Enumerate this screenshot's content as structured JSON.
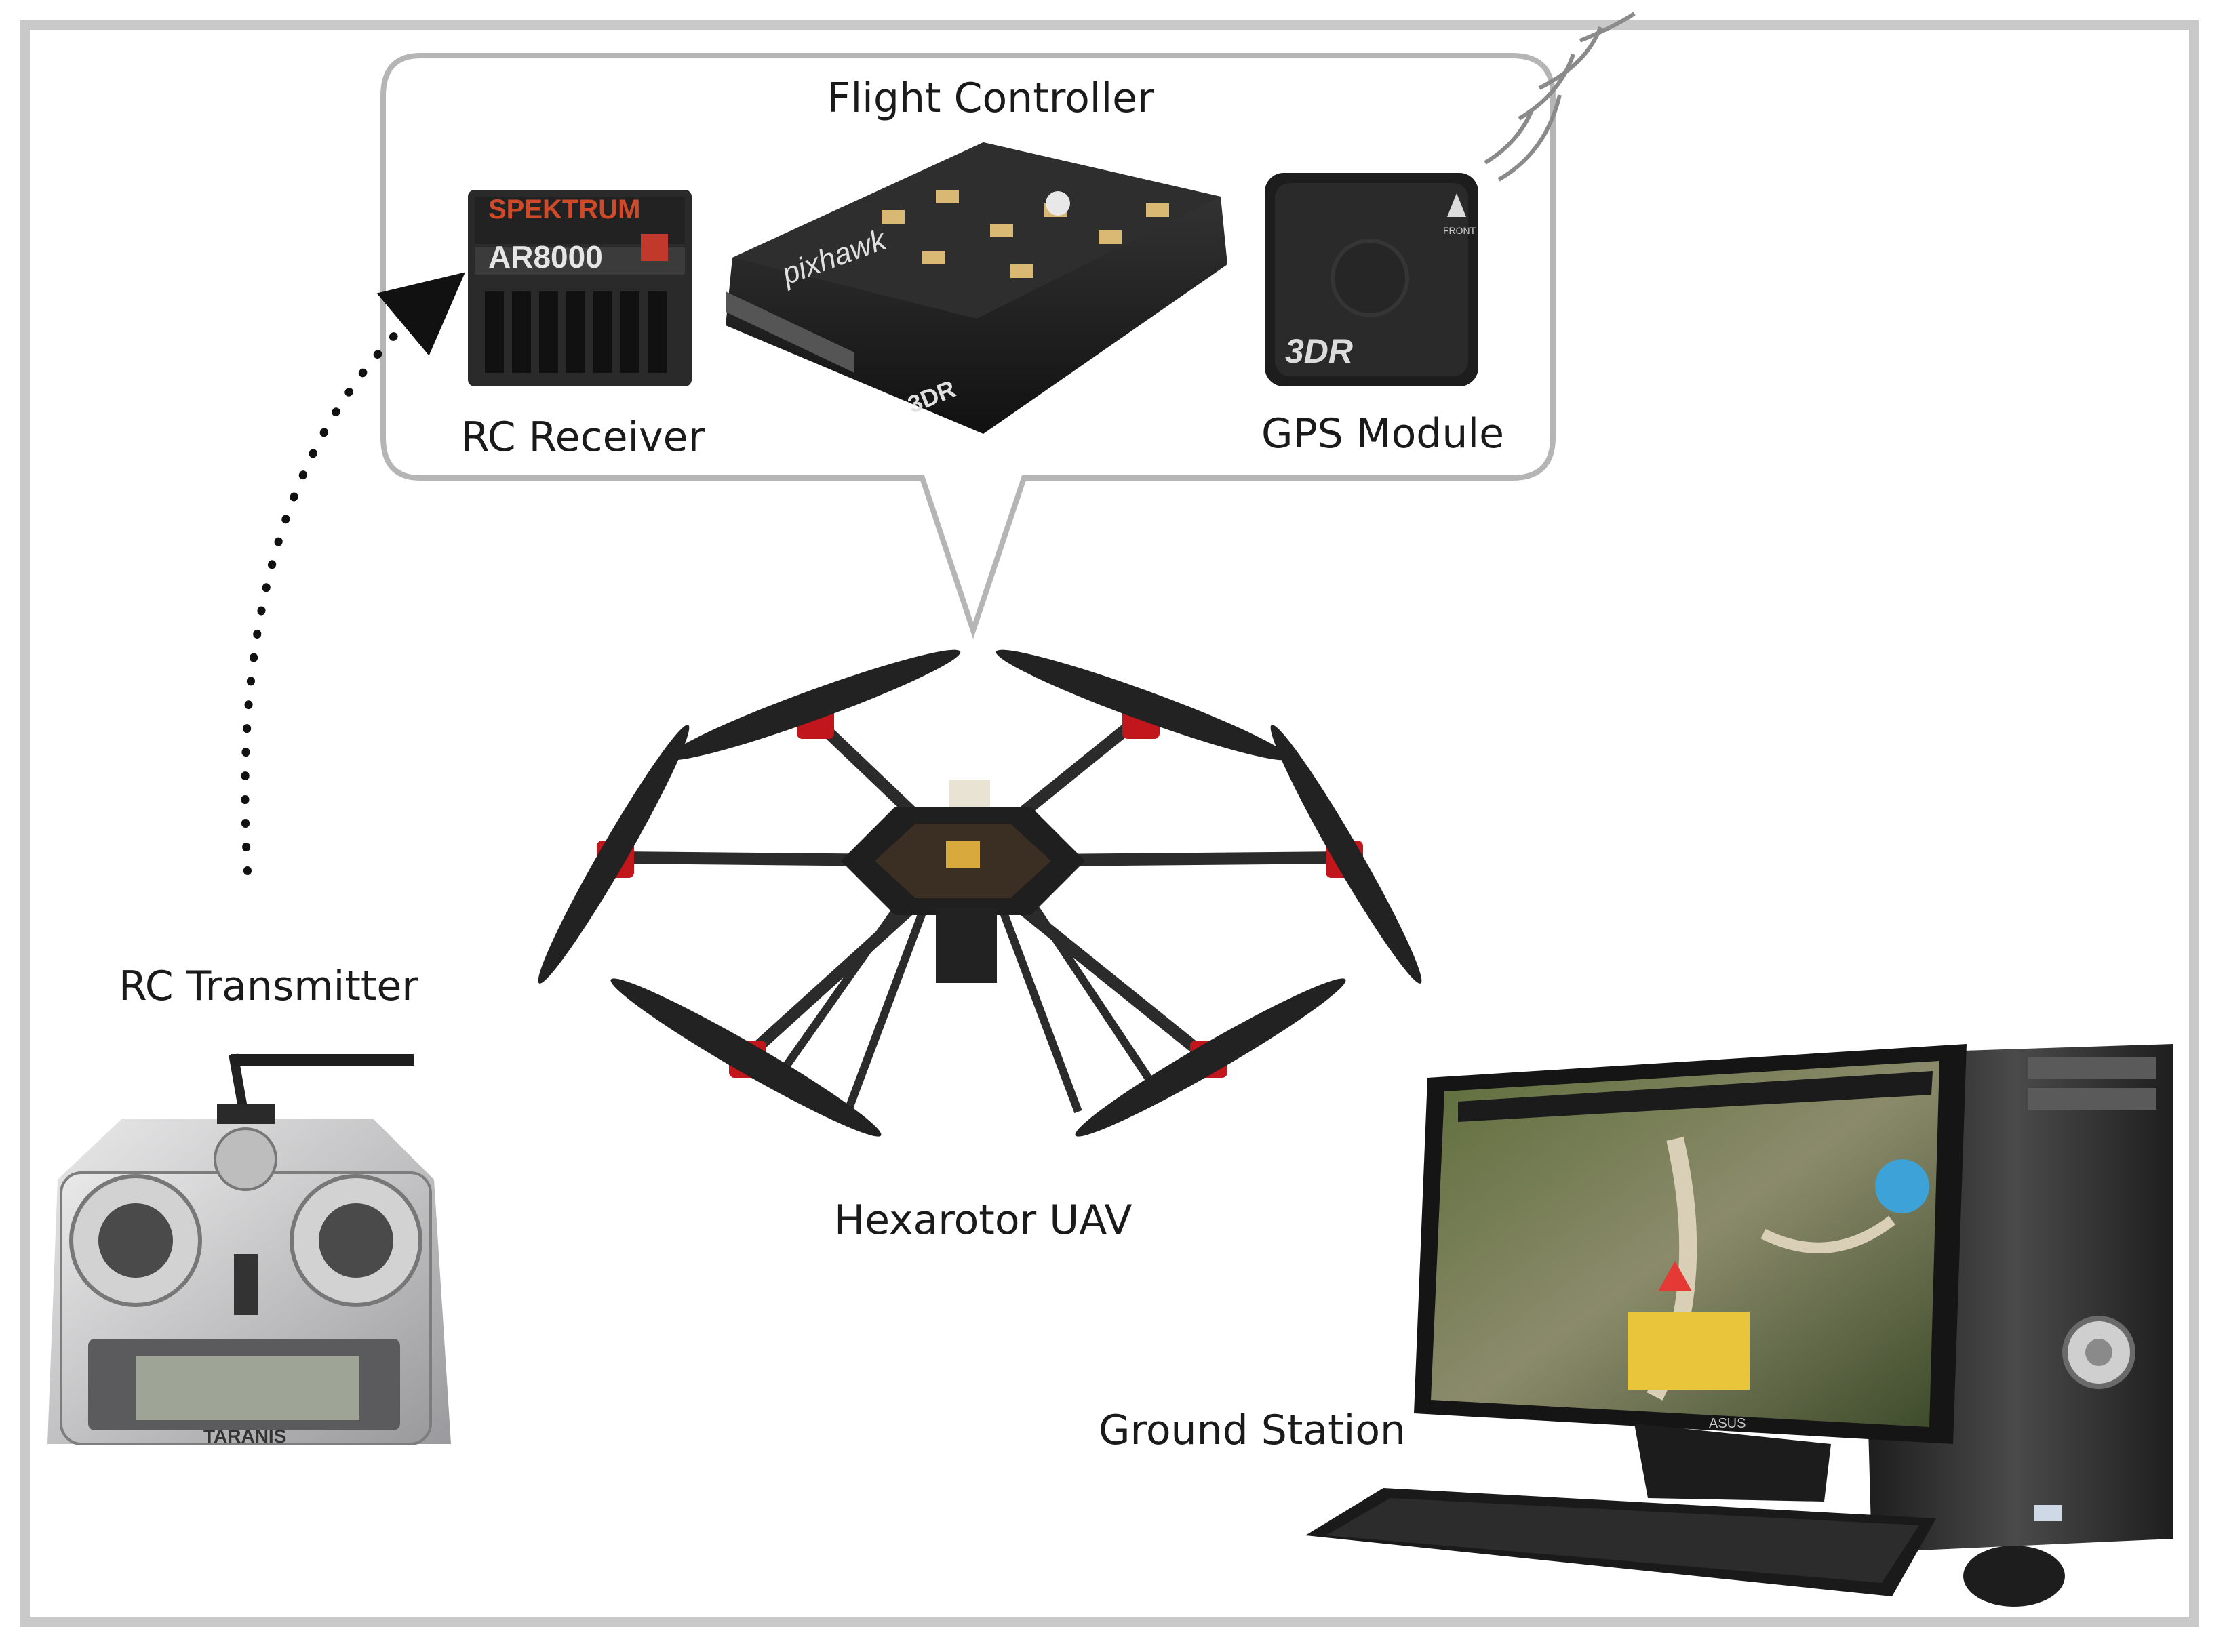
{
  "labels": {
    "flight_controller": "Flight Controller",
    "rc_receiver": "RC Receiver",
    "gps_module": "GPS Module",
    "hexarotor": "Hexarotor UAV",
    "rc_transmitter": "RC Transmitter",
    "ground_station": "Ground Station"
  },
  "device_markings": {
    "receiver_brand": "SPEKTRUM",
    "receiver_model": "AR8000",
    "fc_brand": "pixhawk",
    "fc_maker": "3DR",
    "gps_maker": "3DR",
    "gps_front": "FRONT",
    "transmitter_name": "TARANIS",
    "monitor_brand": "ASUS"
  },
  "colors": {
    "frame_border": "#c9c9c9",
    "callout_border": "#b5b5b5",
    "motor_red": "#c0161c",
    "carbon": "#2b2b2b",
    "screen_yellow": "#e8c53a"
  }
}
